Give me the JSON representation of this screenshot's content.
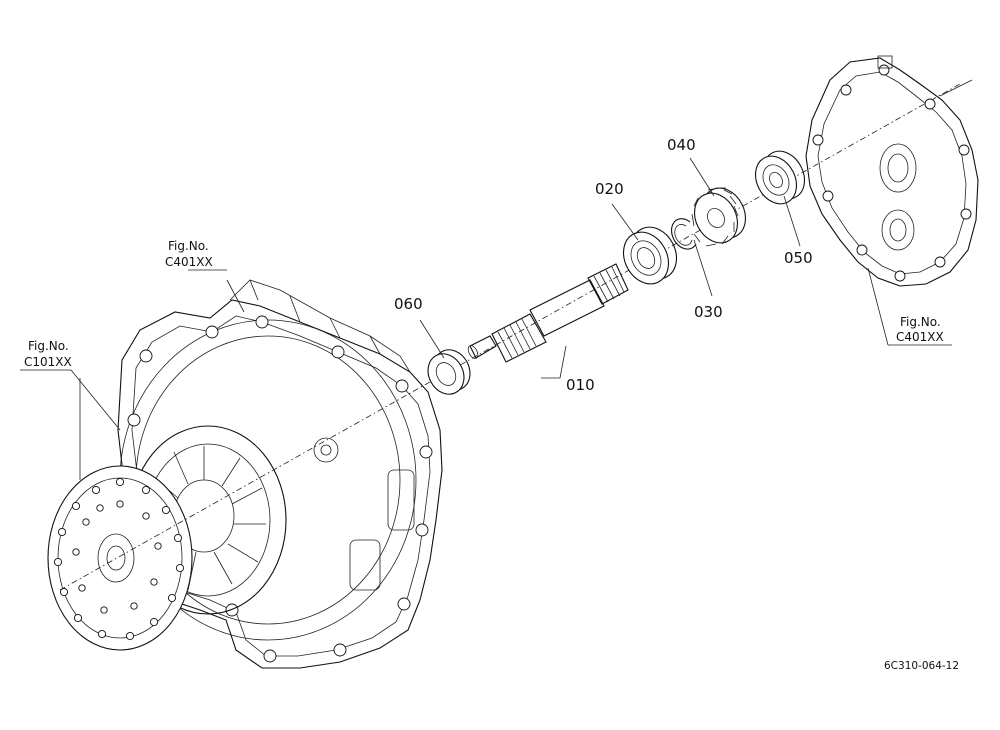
{
  "parts": [
    {
      "id": "part-010",
      "number": "010"
    },
    {
      "id": "part-020",
      "number": "020"
    },
    {
      "id": "part-030",
      "number": "030"
    },
    {
      "id": "part-040",
      "number": "040"
    },
    {
      "id": "part-050",
      "number": "050"
    },
    {
      "id": "part-060",
      "number": "060"
    }
  ],
  "references": [
    {
      "id": "ref-c401-top",
      "line1": "Fig.No.",
      "line2": "C401XX"
    },
    {
      "id": "ref-c101",
      "line1": "Fig.No.",
      "line2": "C101XX"
    },
    {
      "id": "ref-c401-right",
      "line1": "Fig.No.",
      "line2": "C401XX"
    }
  ],
  "drawing_code": "6C310-064-12"
}
